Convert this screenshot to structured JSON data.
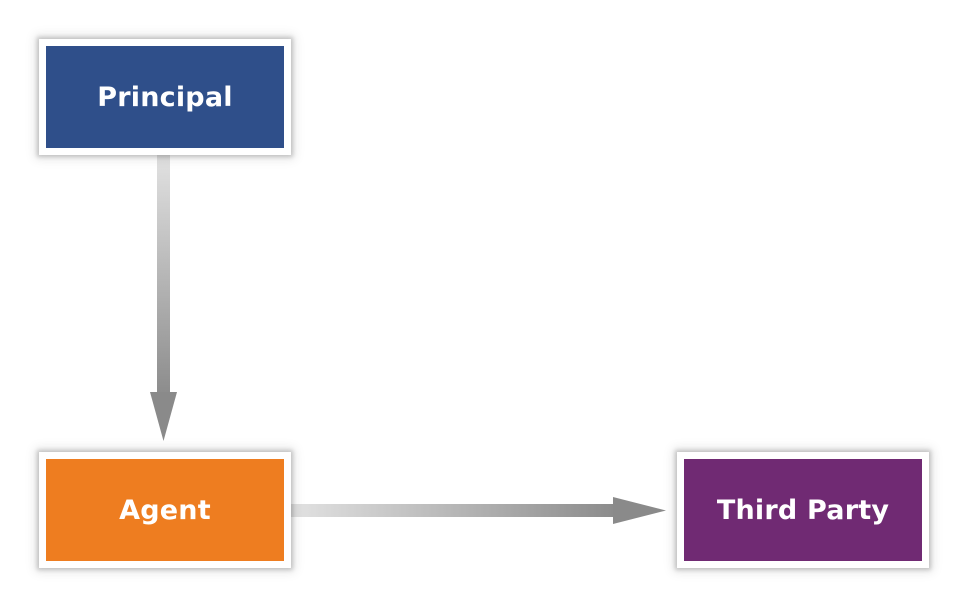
{
  "diagram": {
    "nodes": [
      {
        "id": "principal",
        "label": "Principal",
        "color": "#2f4f8a"
      },
      {
        "id": "agent",
        "label": "Agent",
        "color": "#ee7d20"
      },
      {
        "id": "third_party",
        "label": "Third Party",
        "color": "#702a73"
      }
    ],
    "edges": [
      {
        "from": "principal",
        "to": "agent"
      },
      {
        "from": "agent",
        "to": "third_party"
      }
    ],
    "edge_color": "#8c8c8c"
  }
}
